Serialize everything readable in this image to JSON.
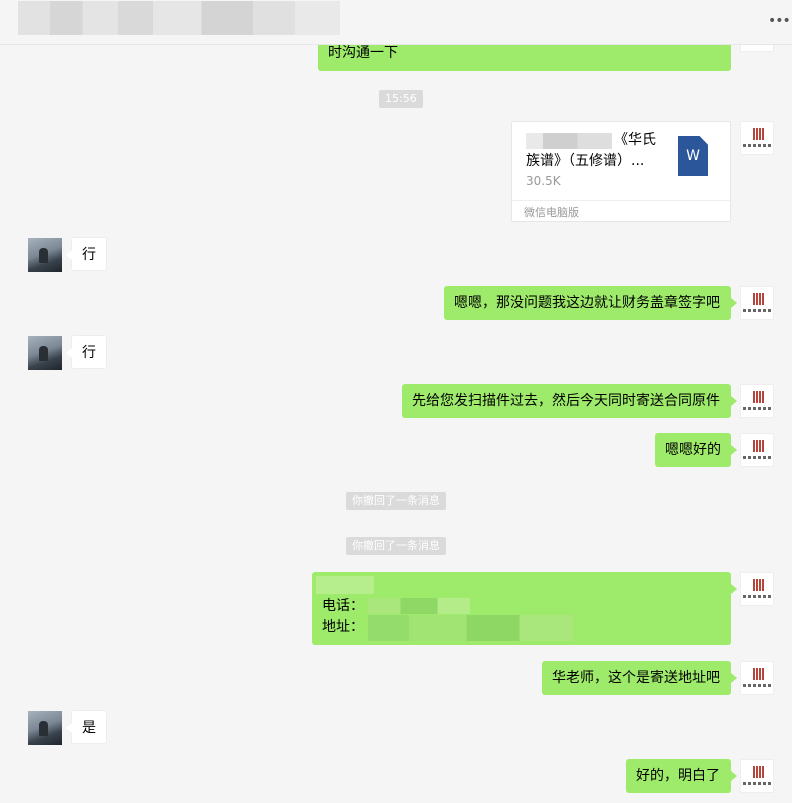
{
  "messages": {
    "m1": "时沟通一下",
    "time1": "15:56",
    "file": {
      "name_part": "《华氏族谱》（五修谱）...",
      "size": "30.5K",
      "source": "微信电脑版",
      "icon_letter": "W"
    },
    "m2": "行",
    "m3": "嗯嗯，那没问题我这边就让财务盖章签字吧",
    "m4": "行",
    "m5": "先给您发扫描件过去，然后今天同时寄送合同原件",
    "m6": "嗯嗯好的",
    "recall1": "你撤回了一条消息",
    "recall2": "你撤回了一条消息",
    "contact": {
      "phone_label": "电话：",
      "address_label": "地址："
    },
    "m7": "华老师，这个是寄送地址吧",
    "m8": "是",
    "m9": "好的，明白了"
  },
  "colors": {
    "outgoing_bubble": "#9eea6a",
    "incoming_bubble": "#ffffff",
    "background": "#f5f5f5"
  },
  "icons": {
    "more": "more-icon",
    "file": "word-doc-icon"
  }
}
